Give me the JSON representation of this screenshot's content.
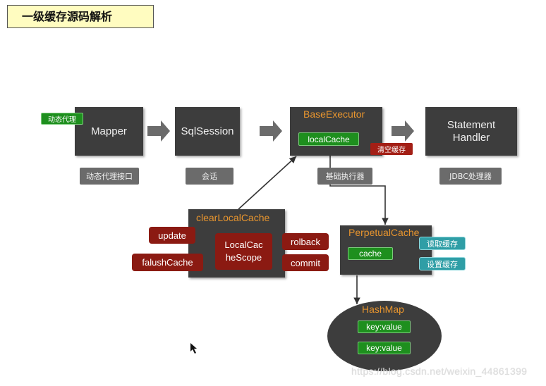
{
  "title": "一级缓存源码解析",
  "mapper": {
    "label": "Mapper",
    "badge": "动态代理",
    "caption": "动态代理接口"
  },
  "sqlsession": {
    "label": "SqlSession",
    "caption": "会话"
  },
  "baseexecutor": {
    "label": "BaseExecutor",
    "field": "localCache",
    "badge": "清空缓存",
    "caption": "基础执行器"
  },
  "statement": {
    "line1": "Statement",
    "line2": "Handler",
    "caption": "JDBC处理器"
  },
  "clear": {
    "title": "clearLocalCache",
    "scope_line1": "LocalCac",
    "scope_line2": "heScope",
    "update": "update",
    "flush": "falushCache",
    "rollback": "rolback",
    "commit": "commit"
  },
  "perpetual": {
    "title": "PerpetualCache",
    "field": "cache",
    "read": "读取缓存",
    "set": "设置缓存"
  },
  "hashmap": {
    "title": "HashMap",
    "entries": [
      "key:value",
      "key:value"
    ]
  },
  "watermark": "https://blog.csdn.net/weixin_44861399",
  "colors": {
    "node_bg": "#3d3d3d",
    "orange_text": "#e8952e",
    "green": "#1e8f1e",
    "red": "#8b1a12",
    "teal": "#2f9ea6",
    "caption_bg": "#6b6b6b",
    "title_bg": "#fffcc0"
  }
}
